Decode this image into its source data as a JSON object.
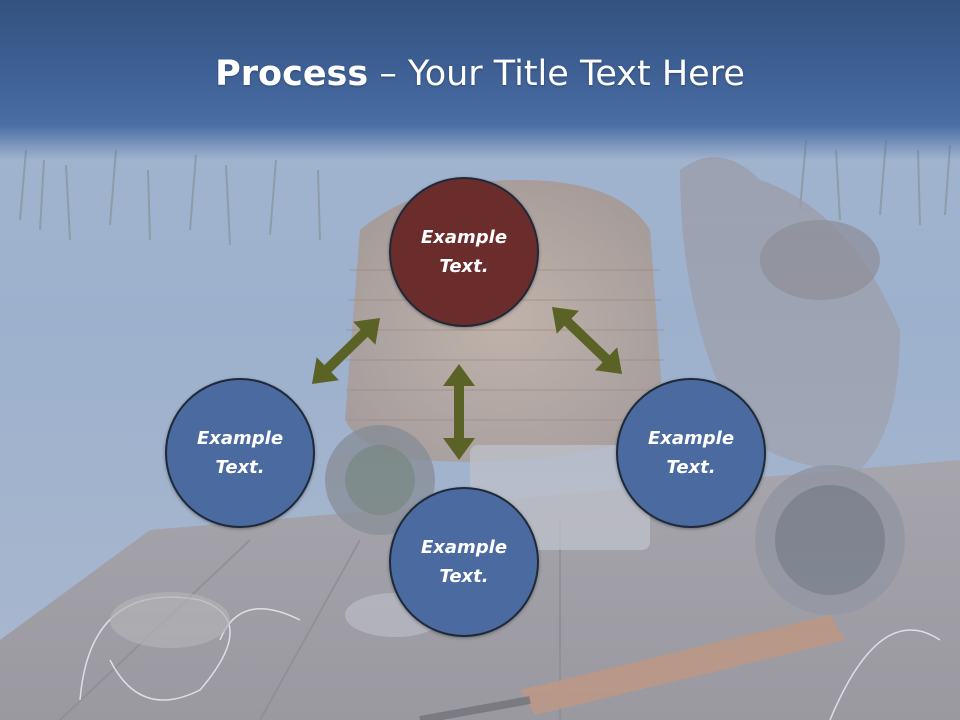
{
  "slide": {
    "title_bold": "Process",
    "title_rest": " – Your Title Text Here"
  },
  "colors": {
    "top_node": "#6b2c2c",
    "other_nodes": "#4a6aa0",
    "arrows": "#5b6226",
    "title_band": "#3e6095"
  },
  "nodes": [
    {
      "id": "top",
      "text": "Example\nText."
    },
    {
      "id": "left",
      "text": "Example\nText."
    },
    {
      "id": "right",
      "text": "Example\nText."
    },
    {
      "id": "bottom",
      "text": "Example\nText."
    }
  ]
}
